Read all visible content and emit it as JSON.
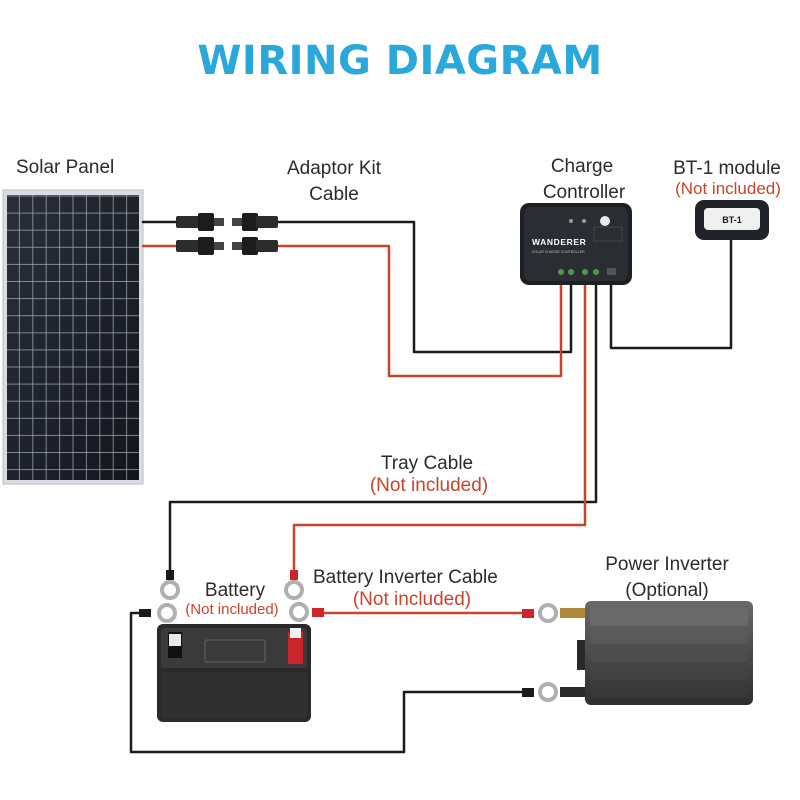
{
  "title": "WIRING DIAGRAM",
  "labels": {
    "solar_panel": "Solar Panel",
    "adaptor_kit_line1": "Adaptor Kit",
    "adaptor_kit_line2": "Cable",
    "charge_controller_line1": "Charge",
    "charge_controller_line2": "Controller",
    "bt1_module": "BT-1 module",
    "bt1_note": "(Not included)",
    "tray_cable": "Tray Cable",
    "tray_cable_note": "(Not included)",
    "battery": "Battery",
    "battery_note": "(Not included)",
    "battery_inverter_cable": "Battery Inverter Cable",
    "battery_inverter_cable_note": "(Not included)",
    "power_inverter_line1": "Power Inverter",
    "power_inverter_line2": "(Optional)"
  },
  "devices": {
    "controller_brand": "WANDERER",
    "controller_subtitle": "SOLAR CHARGE CONTROLLER",
    "bt1_label": "BT-1"
  },
  "colors": {
    "title": "#2aa8dc",
    "positive_wire": "#c7452a",
    "negative_wire": "#1a1a1a",
    "note_text": "#c7452a"
  }
}
